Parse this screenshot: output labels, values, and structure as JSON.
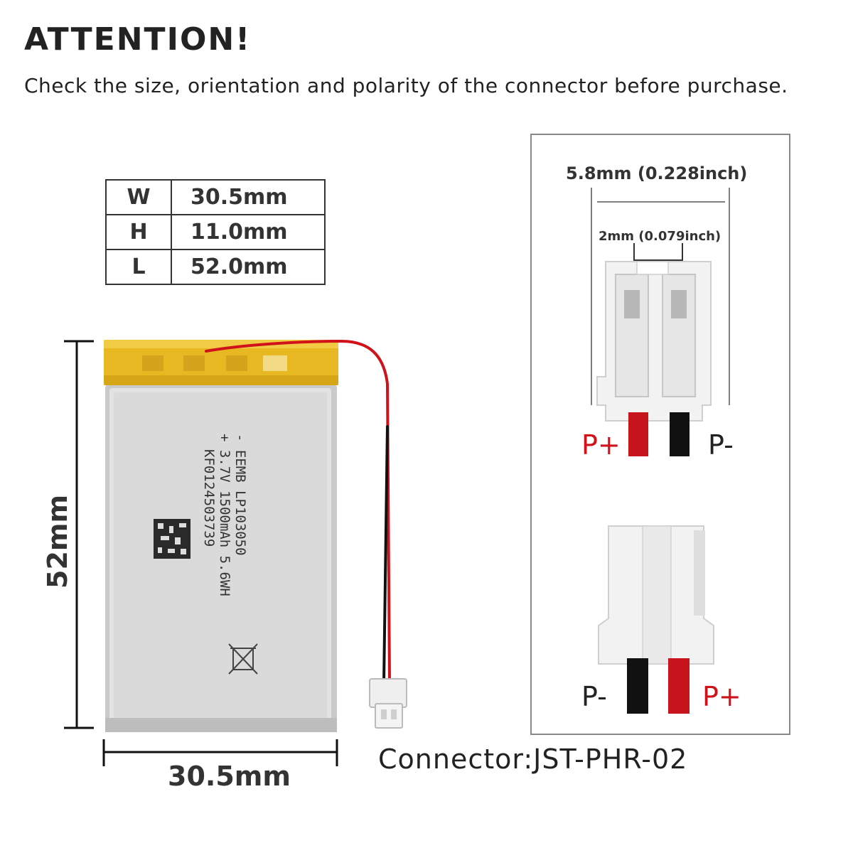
{
  "header": {
    "title": "ATTENTION!",
    "subtitle": "Check the size, orientation and polarity of the connector before purchase."
  },
  "dimensions_table": {
    "rows": [
      {
        "key": "W",
        "value": "30.5mm"
      },
      {
        "key": "H",
        "value": "11.0mm"
      },
      {
        "key": "L",
        "value": "52.0mm"
      }
    ]
  },
  "battery": {
    "label_lines": [
      "- EEMB LP103050",
      "+ 3.7V 1500mAh 5.6WH",
      "KF0124503739"
    ],
    "height_caption": "52mm",
    "width_caption": "30.5mm",
    "tape_color": "#e8b822",
    "body_color": "#dcdcdc"
  },
  "connector": {
    "label": "Connector:JST-PHR-02",
    "width_caption": "5.8mm (0.228inch)",
    "pitch_caption": "2mm (0.079inch)",
    "top_view": {
      "left": "P+",
      "right": "P-"
    },
    "bottom_view": {
      "left": "P-",
      "right": "P+"
    },
    "positive_color": "#d0121b",
    "negative_color": "#111111"
  }
}
